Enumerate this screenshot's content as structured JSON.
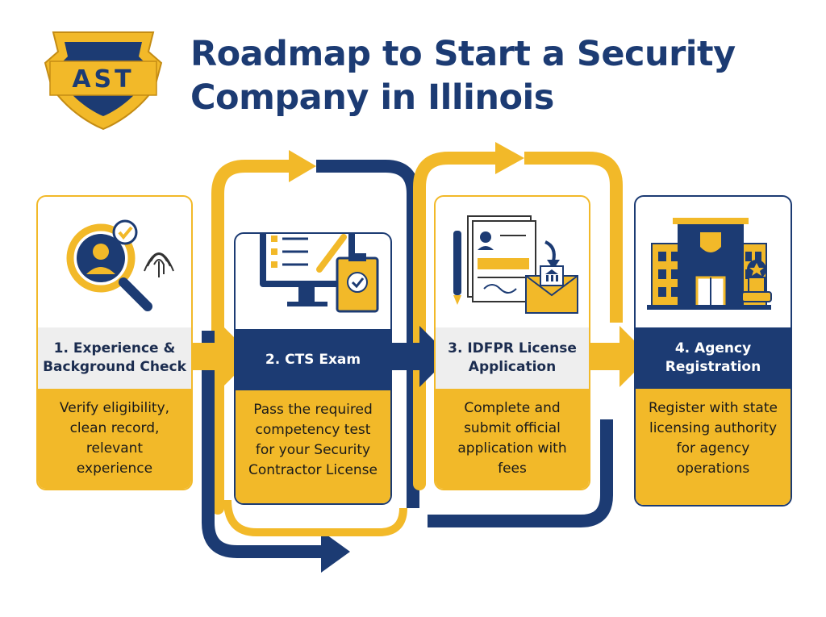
{
  "header": {
    "logo_text": "AST",
    "title_line1": "Roadmap to Start a Security",
    "title_line2": "Company in Illinois"
  },
  "steps": [
    {
      "title": "1. Experience & Background Check",
      "description": "Verify eligibility, clean record, relevant experience",
      "icon": "background-check-icon"
    },
    {
      "title": "2. CTS Exam",
      "description": "Pass the required competency test for your Security Contractor License",
      "icon": "exam-computer-icon"
    },
    {
      "title": "3. IDFPR License Application",
      "description": "Complete and submit official application with fees",
      "icon": "application-document-icon"
    },
    {
      "title": "4. Agency Registration",
      "description": "Register with state licensing authority for agency operations",
      "icon": "agency-building-icon"
    }
  ],
  "colors": {
    "navy": "#1c3b73",
    "gold": "#f2b929",
    "light_gray": "#eeeeee"
  }
}
